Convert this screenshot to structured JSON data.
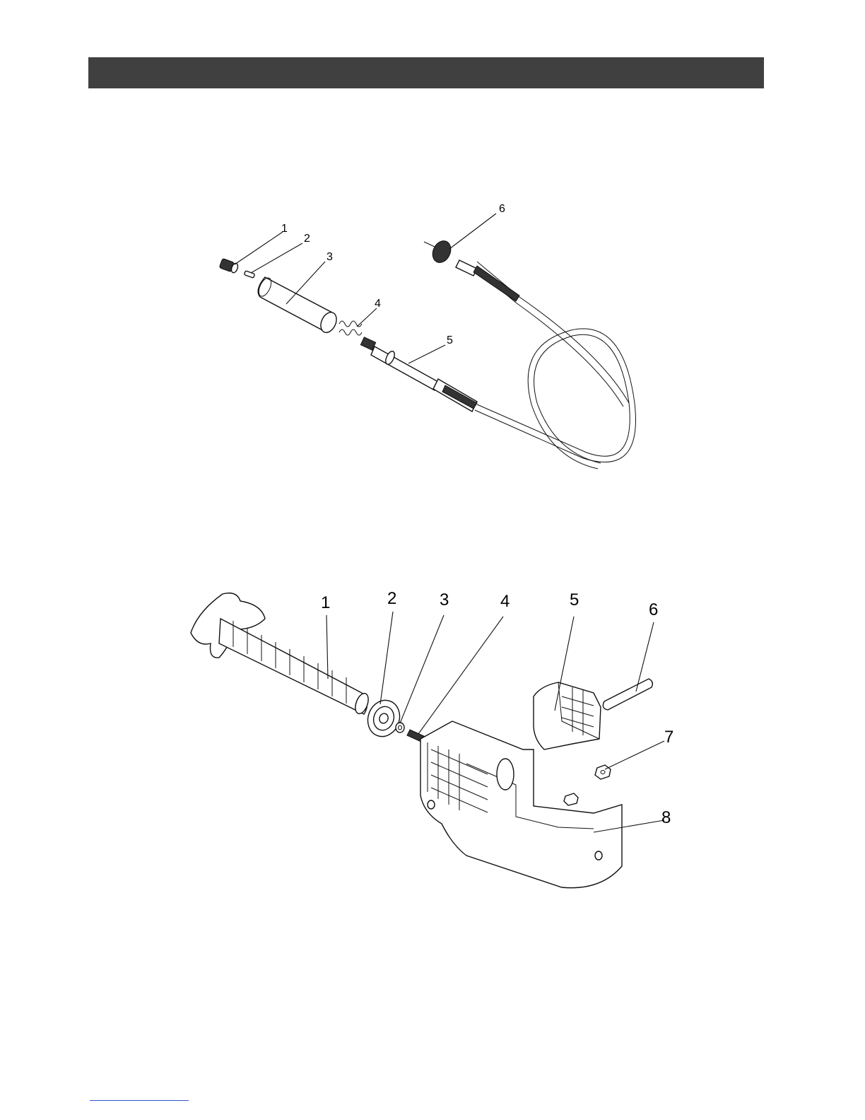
{
  "header": {
    "color": "#404040"
  },
  "figure1": {
    "callouts": [
      "1",
      "2",
      "3",
      "4",
      "5",
      "6"
    ]
  },
  "figure2": {
    "callouts": [
      "1",
      "2",
      "3",
      "4",
      "5",
      "6",
      "7",
      "8"
    ]
  },
  "footer": {
    "line_color": "#3355cc"
  }
}
